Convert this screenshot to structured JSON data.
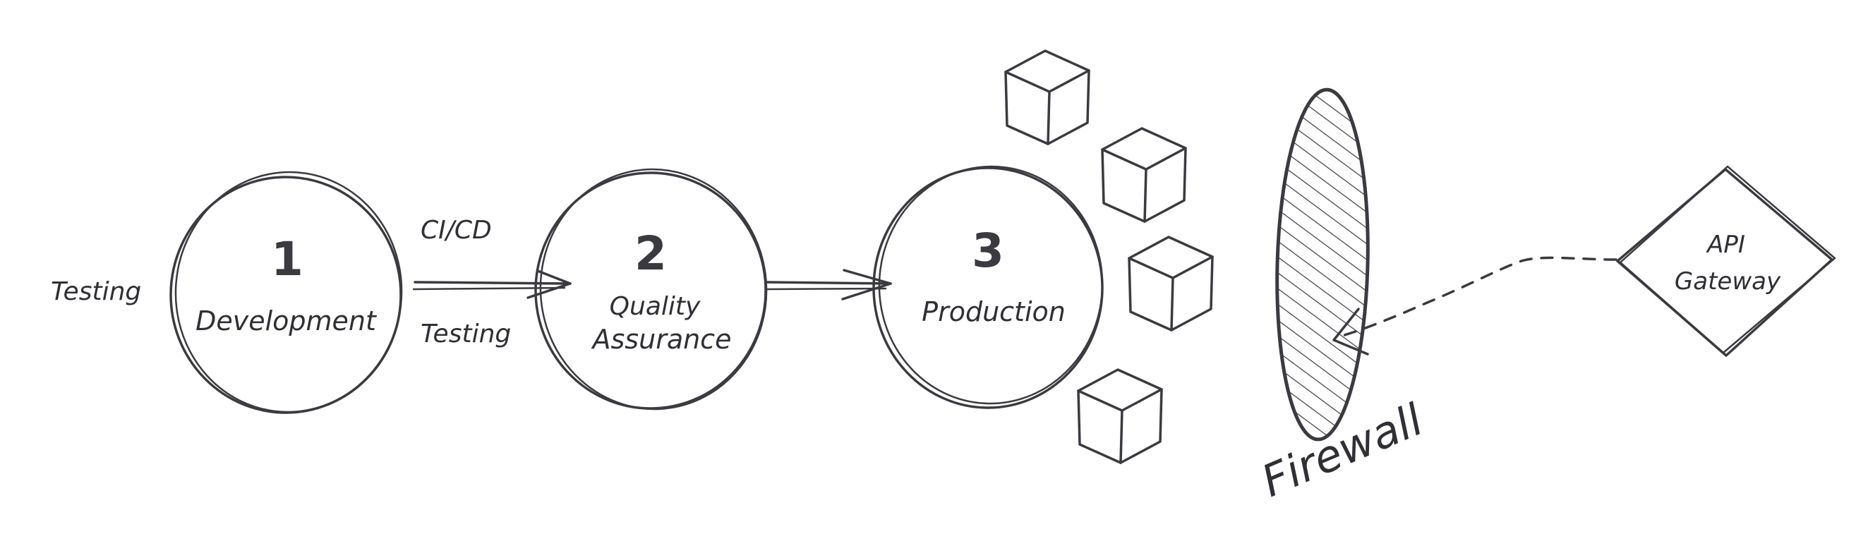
{
  "stages": [
    {
      "number": "1",
      "label": "Development"
    },
    {
      "number": "2",
      "label_line1": "Quality",
      "label_line2": "Assurance"
    },
    {
      "number": "3",
      "label": "Production"
    }
  ],
  "left_label": "Testing",
  "arrow_top_label": "CI/CD",
  "arrow_bottom_label": "Testing",
  "firewall_label": "Firewall",
  "gateway_line1": "API",
  "gateway_line2": "Gateway",
  "colors": {
    "ink": "#3a3a40",
    "background": "#ffffff"
  }
}
